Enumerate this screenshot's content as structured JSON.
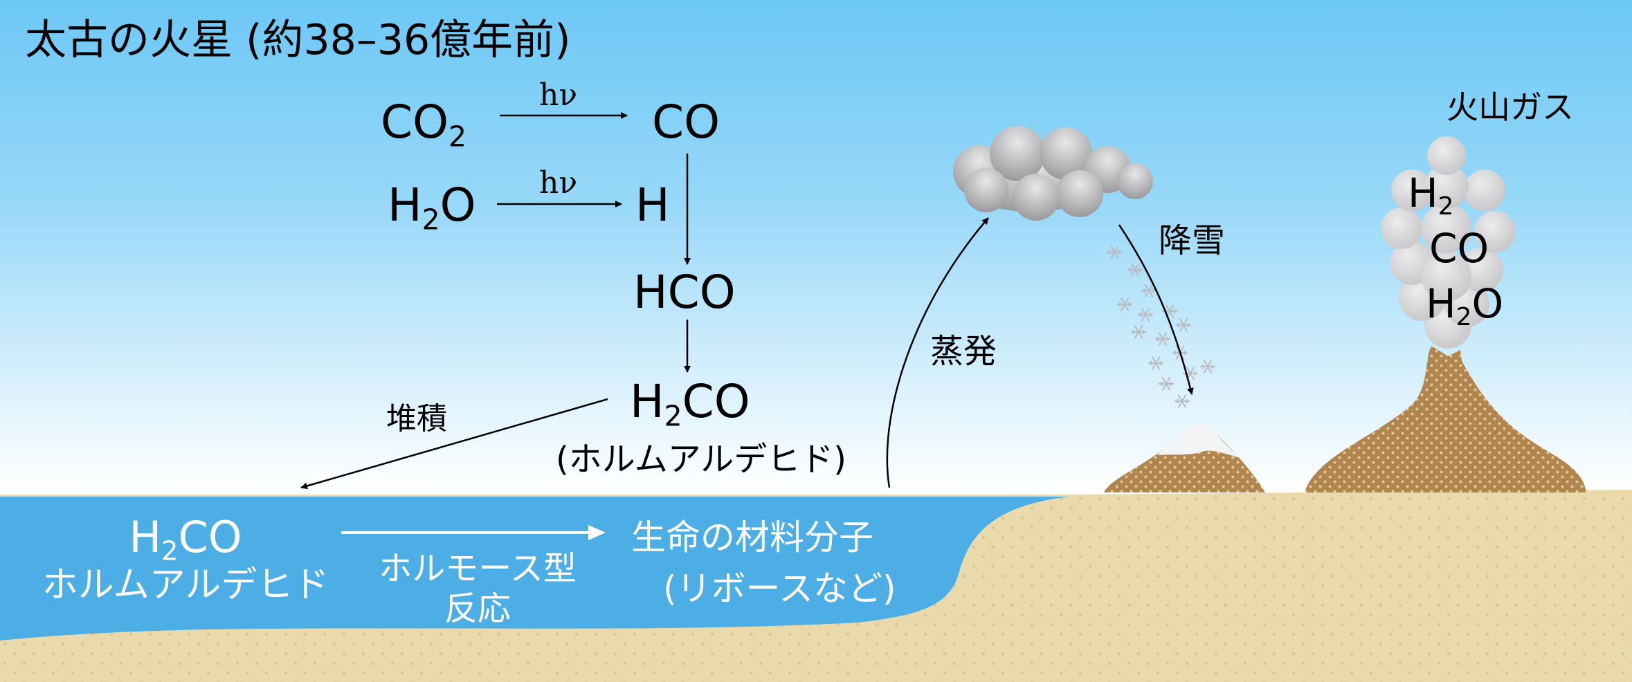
{
  "title": "太古の火星 (約38–36億年前)",
  "molecules": {
    "co2": "CO",
    "co2_sub": "2",
    "co": "CO",
    "h2o_a": "H",
    "h2o_sub": "2",
    "h2o_b": "O",
    "h": "H",
    "hco": "HCO",
    "h2co_a": "H",
    "h2co_sub": "2",
    "h2co_b": "CO",
    "formaldehyde_paren": "(ホルムアルデヒド)"
  },
  "photolysis_label": "hν",
  "labels": {
    "deposition": "堆積",
    "evaporation": "蒸発",
    "snowfall": "降雪",
    "volcanic_gas": "火山ガス"
  },
  "volcano_gases": {
    "h2_a": "H",
    "h2_sub": "2",
    "co": "CO",
    "h2o_a": "H",
    "h2o_sub": "2",
    "h2o_b": "O"
  },
  "ocean": {
    "h2co_a": "H",
    "h2co_sub": "2",
    "h2co_b": "CO",
    "formaldehyde": "ホルムアルデヒド",
    "formose_line1": "ホルモース型",
    "formose_line2": "反応",
    "product_line1": "生命の材料分子",
    "product_line2": "(リボースなど)"
  },
  "colors": {
    "sky_top": "#6cc8f5",
    "sky_bottom": "#ffffff",
    "ocean": "#4daee6",
    "ground": "#ead9aa",
    "ground_dots": "#dcc58f",
    "volcano": "#b08550",
    "volcano_dots": "#e6c98e",
    "snow": "#f2f4f6",
    "cloud_light": "#e6e6e8",
    "cloud_dark": "#9a9a9c",
    "smoke": "#d8d8da",
    "snowflake": "#b9bcc0",
    "arrow": "#000000"
  }
}
